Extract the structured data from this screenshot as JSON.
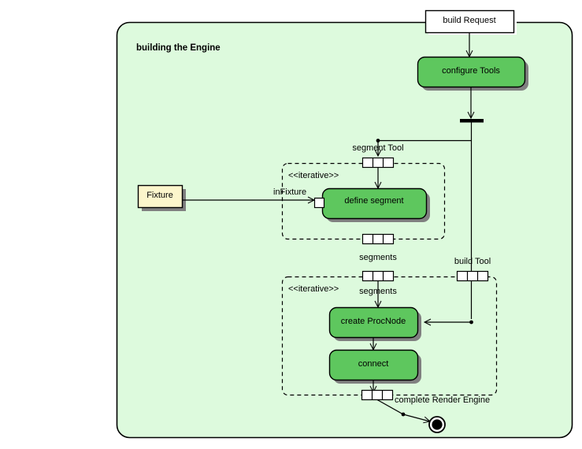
{
  "diagram": {
    "type": "uml-activity-diagram",
    "title": "building the Engine",
    "colors": {
      "frame_fill": "#ddfadd",
      "frame_stroke": "#000000",
      "action_fill": "#5ec75e",
      "action_stroke": "#000000",
      "object_fill": "#fcf6cc",
      "object_stroke": "#000000",
      "shadow": "#808080",
      "pin_fill": "#ffffff",
      "line": "#000000"
    },
    "frame": {
      "label": "building the Engine"
    },
    "nodes": {
      "build_request": {
        "label": "build Request",
        "shape": "parameter-node"
      },
      "configure_tools": {
        "label": "configure Tools",
        "shape": "action"
      },
      "fork_bar": {
        "label": "",
        "shape": "fork-bar"
      },
      "fixture": {
        "label": "Fixture",
        "shape": "object-node"
      },
      "define_segment": {
        "label": "define segment",
        "shape": "action"
      },
      "create_procnode": {
        "label": "create ProcNode",
        "shape": "action"
      },
      "connect": {
        "label": "connect",
        "shape": "action"
      },
      "final_node": {
        "label": "",
        "shape": "activity-final"
      }
    },
    "regions": [
      {
        "id": "upper-iterative",
        "stereotype": "<<iterative>>"
      },
      {
        "id": "lower-iterative",
        "stereotype": "<<iterative>>"
      }
    ],
    "pins": [
      {
        "id": "segment-tool-in",
        "label": "segment Tool",
        "cells": 3
      },
      {
        "id": "segments-out",
        "label": "segments",
        "cells": 3
      },
      {
        "id": "segments-in",
        "label": "segments",
        "cells": 3
      },
      {
        "id": "build-tool",
        "label": "build Tool",
        "cells": 3
      },
      {
        "id": "in-fixture",
        "label": "inFixture",
        "cells": 1
      },
      {
        "id": "complete-render-engine",
        "label": "complete Render Engine",
        "cells": 3
      }
    ],
    "labels": {
      "segment_tool": "segment Tool",
      "in_fixture": "inFixture",
      "segments_upper": "segments",
      "segments_lower": "segments",
      "build_tool": "build Tool",
      "complete_render_engine": "complete Render Engine",
      "iterative_upper": "<<iterative>>",
      "iterative_lower": "<<iterative>>"
    }
  }
}
